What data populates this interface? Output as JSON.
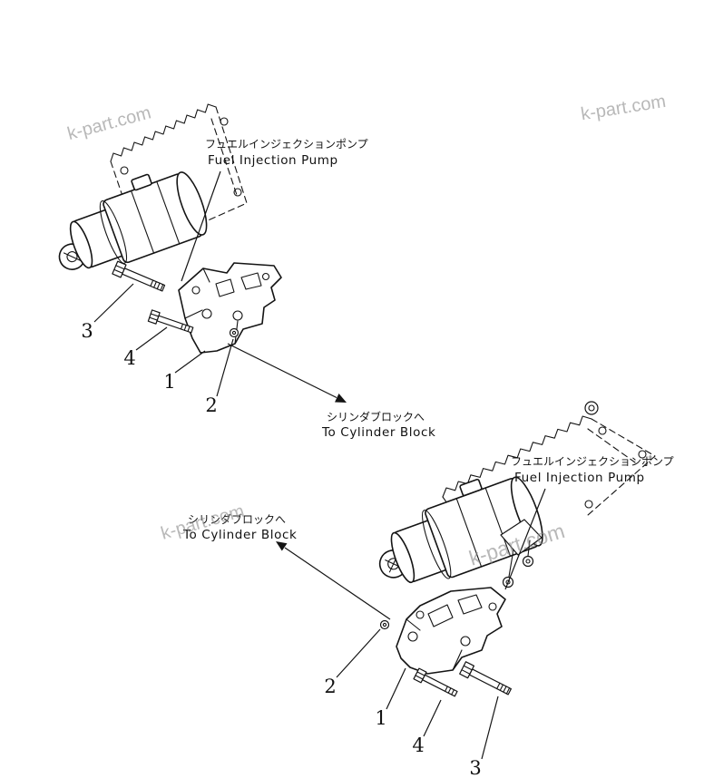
{
  "watermark": {
    "text": "k-part.com"
  },
  "labels": {
    "pump_jp": "フュエルインジェクションポンプ",
    "pump_en": "Fuel Injection Pump",
    "to_cylinder_block_jp": "シリンダブロックへ",
    "to_cylinder_block_en": "To Cylinder Block"
  },
  "callouts": {
    "part1": "1",
    "part2": "2",
    "part3": "3",
    "part4": "4"
  }
}
